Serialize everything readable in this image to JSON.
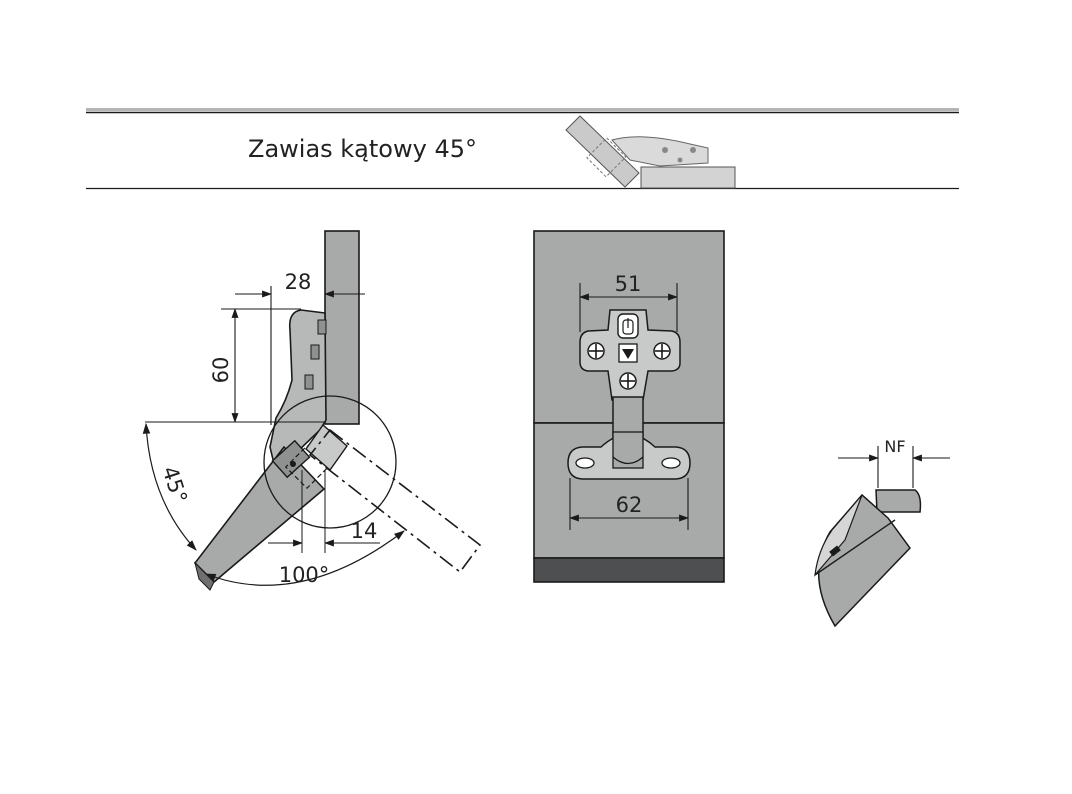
{
  "header": {
    "title": "Zawias kątowy 45°"
  },
  "side_view": {
    "dim_top": "28",
    "dim_vertical": "60",
    "dim_angle": "45°",
    "dim_bottom": "14",
    "dim_opening": "100°"
  },
  "front_view": {
    "dim_top": "51",
    "dim_bottom": "62"
  },
  "detail_view": {
    "dim_label": "NF"
  },
  "colors": {
    "panel": "#a8aaa9",
    "panel_light": "#c8cac9",
    "panel_dark": "#4e4f51",
    "line": "#1a1a1a",
    "rule_grey": "#b5b5b5"
  }
}
